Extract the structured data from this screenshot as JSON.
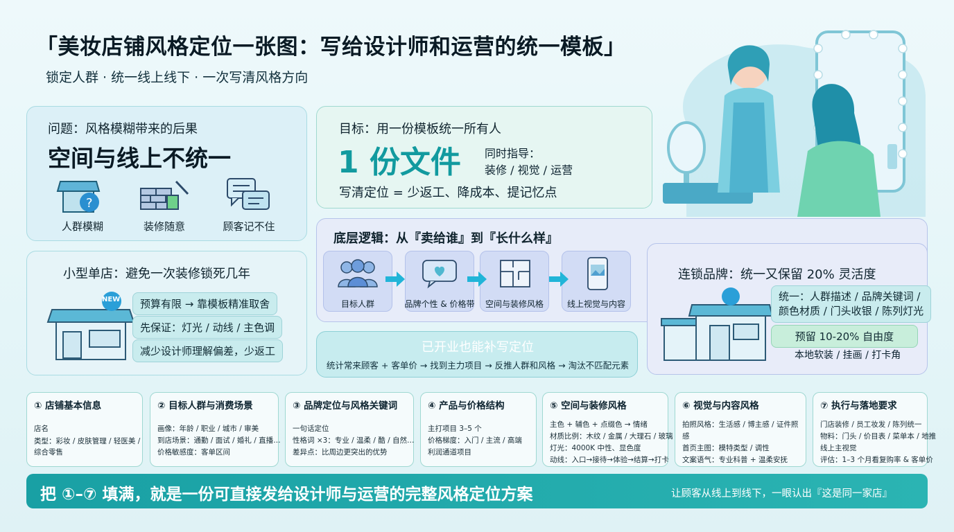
{
  "header": {
    "title": "「美妆店铺风格定位一张图：写给设计师和运营的统一模板」",
    "subtitle": "锁定人群 · 统一线上线下 · 一次写清风格方向"
  },
  "problem": {
    "heading": "问题：风格模糊带来的后果",
    "headline": "空间与线上不统一",
    "items": [
      "人群模糊",
      "装修随意",
      "顾客记不住"
    ]
  },
  "goal": {
    "heading": "目标：用一份模板统一所有人",
    "big": "1 份文件",
    "guide_title": "同时指导：",
    "guide_roles": "装修 / 视觉 / 运营",
    "summary": "写清定位 = 少返工、降成本、提记忆点"
  },
  "small_store": {
    "heading": "小型单店：避免一次装修锁死几年",
    "badge": "NEW",
    "points": [
      "预算有限 → 靠模板精准取舍",
      "先保证：灯光 / 动线 / 主色调",
      "减少设计师理解偏差，少返工"
    ]
  },
  "logic": {
    "heading": "底层逻辑：从『卖给谁』到『长什么样』",
    "steps": [
      "目标人群",
      "品牌个性 & 价格带",
      "空间与装修风格",
      "线上视觉与内容"
    ]
  },
  "open_store": {
    "heading": "已开业也能补写定位",
    "detail": "统计常来顾客 + 客单价 → 找到主力项目 → 反推人群和风格 → 淘汰不匹配元素"
  },
  "chain": {
    "heading": "连锁品牌：统一又保留 20% 灵活度",
    "unify_line1": "统一：人群描述 / 品牌关键词 /",
    "unify_line2": "颜色材质 / 门头收银 / 陈列灯光",
    "reserve": "预留 10-20% 自由度",
    "local": "本地软装 / 挂画 / 打卡角"
  },
  "sections": [
    {
      "title": "① 店铺基本信息",
      "lines": [
        "店名",
        "类型：彩妆 / 皮肤管理 / 轻医美 /",
        "综合零售"
      ]
    },
    {
      "title": "② 目标人群与消费场景",
      "lines": [
        "画像：年龄 / 职业 / 城市 / 审美",
        "到店场景：通勤 / 面试 / 婚礼 / 直播…",
        "价格敏感度：客单区间"
      ]
    },
    {
      "title": "③ 品牌定位与风格关键词",
      "lines": [
        "一句话定位",
        "性格词 ×3：专业 / 温柔 / 酷 / 自然…",
        "差异点：比周边更突出的优势"
      ]
    },
    {
      "title": "④ 产品与价格结构",
      "lines": [
        "主打项目 3–5 个",
        "价格梯度：入门 / 主流 / 高端",
        "利润通道项目"
      ]
    },
    {
      "title": "⑤ 空间与装修风格",
      "lines": [
        "主色 + 辅色 + 点缀色 → 情绪",
        "材质比例：木纹 / 金属 / 大理石 / 玻璃",
        "灯光：4000K 中性、显色度",
        "动线：入口→接待→体验→结算→打卡"
      ]
    },
    {
      "title": "⑥ 视觉与内容风格",
      "lines": [
        "拍照风格：生活感 / 博主感 / 证件照",
        "感",
        "首页主图：模特类型 / 调性",
        "文案语气：专业科普 + 温柔安抚"
      ]
    },
    {
      "title": "⑦ 执行与落地要求",
      "lines": [
        "门店装修 / 员工妆发 / 陈列统一",
        "物料：门头 / 价目表 / 菜单本 / 地推",
        "线上主视觉",
        "评估：1–3 个月看复购率 & 客单价"
      ]
    }
  ],
  "banner": {
    "main": "把 ①–⑦ 填满，就是一份可直接发给设计师与运营的完整风格定位方案",
    "side": "让顾客从线上到线下，一眼认出『这是同一家店』"
  },
  "colors": {
    "accent": "#19a0a4",
    "teal_text": "#129a9f",
    "bg": "#e4f5f8"
  }
}
